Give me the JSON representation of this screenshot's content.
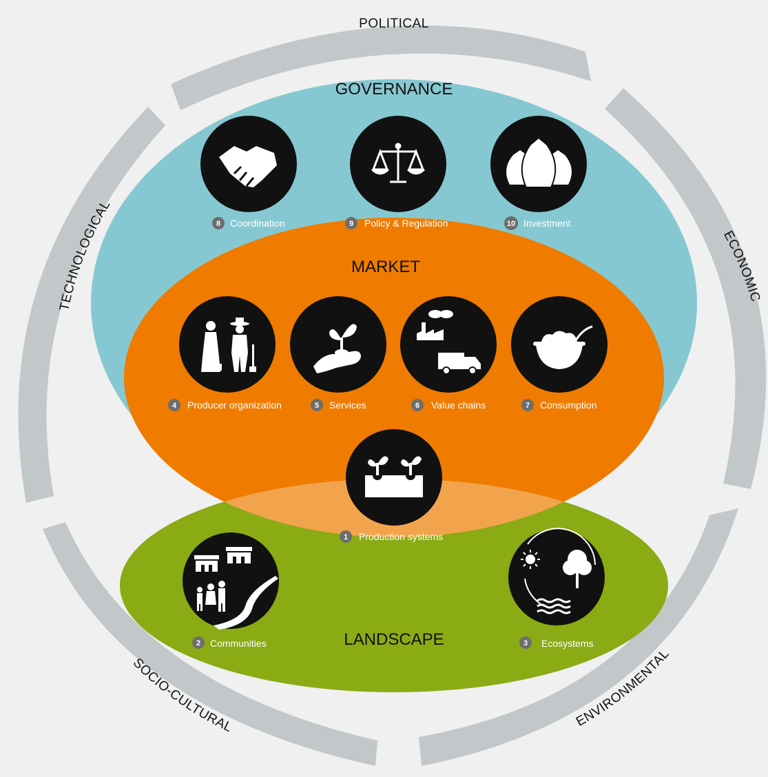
{
  "colors": {
    "background": "#f0f0f0",
    "arrow_gray": "#c2c7c9",
    "governance": "#86c8d1",
    "market": "#ef7b00",
    "overlap": "#f2a44d",
    "landscape": "#8aab14",
    "icon_circle": "#111111",
    "number_badge": "#6d6d6d"
  },
  "ring": {
    "political": "POLITICAL",
    "economic": "ECONOMIC",
    "environmental": "ENVIRONMENTAL",
    "socio_cultural": "SOCIO-CULTURAL",
    "technological": "TECHNOLOGICAL"
  },
  "zones": {
    "governance": "GOVERNANCE",
    "market": "MARKET",
    "landscape": "LANDSCAPE"
  },
  "items": {
    "coordination": {
      "num": "8",
      "label": "Coordination",
      "icon": "handshake-icon"
    },
    "policy": {
      "num": "9",
      "label": "Policy & Regulation",
      "icon": "scales-icon"
    },
    "investment": {
      "num": "10",
      "label": "Investment",
      "icon": "money-bags-icon"
    },
    "producer": {
      "num": "4",
      "label": "Producer organization",
      "icon": "farmers-icon"
    },
    "services": {
      "num": "5",
      "label": "Services",
      "icon": "hand-sprout-icon"
    },
    "value_chains": {
      "num": "6",
      "label": "Value chains",
      "icon": "factory-truck-icon"
    },
    "consumption": {
      "num": "7",
      "label": "Consumption",
      "icon": "bowl-icon"
    },
    "production": {
      "num": "1",
      "label": "Production systems",
      "icon": "seedlings-icon"
    },
    "communities": {
      "num": "2",
      "label": "Communities",
      "icon": "village-icon"
    },
    "ecosystems": {
      "num": "3",
      "label": "Ecosystems",
      "icon": "sun-tree-water-icon"
    }
  }
}
